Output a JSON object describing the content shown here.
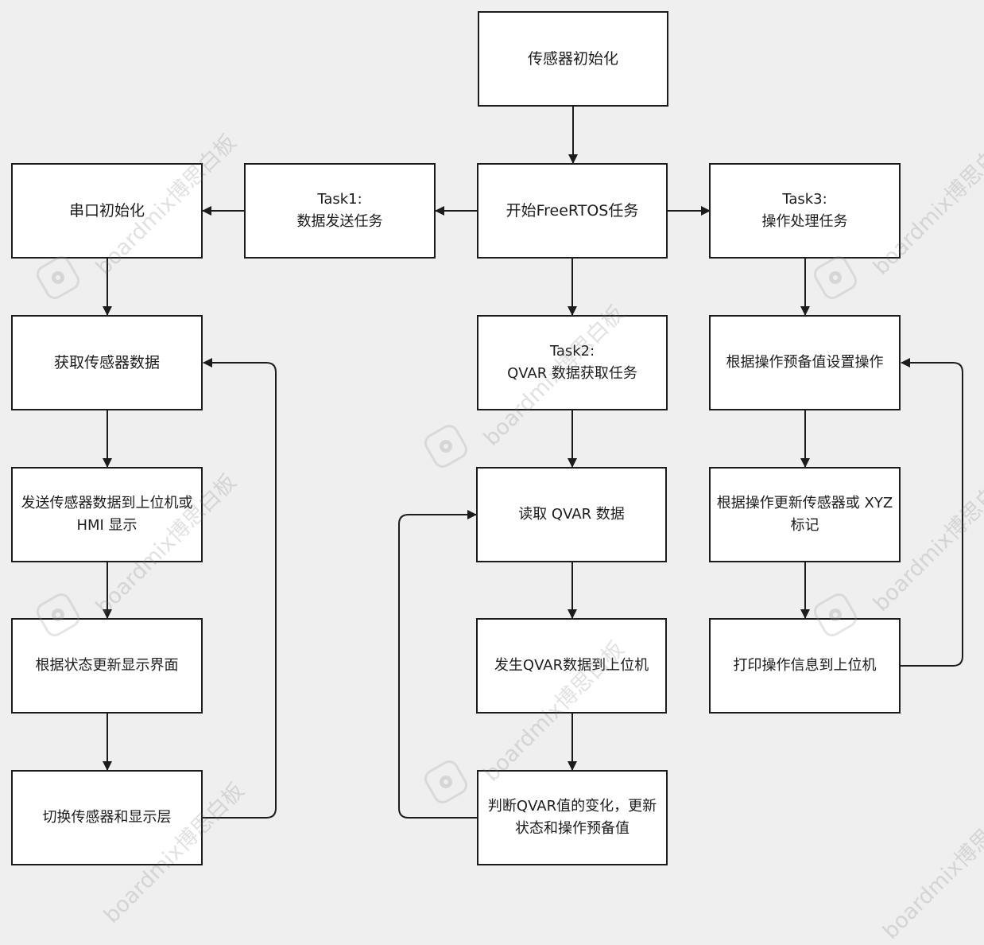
{
  "nodes": {
    "sensor_init": "传感器初始化",
    "start_freertos": "开始FreeRTOS任务",
    "task1": "Task1:\n数据发送任务",
    "task2": "Task2:\nQVAR 数据获取任务",
    "task3": "Task3:\n操作处理任务",
    "uart_init": "串口初始化",
    "get_sensor_data": "获取传感器数据",
    "send_sensor_data": "发送传感器数据到上位机或\nHMI 显示",
    "update_display": "根据状态更新显示界面",
    "switch_layer": "切换传感器和显示层",
    "read_qvar": "读取 QVAR 数据",
    "send_qvar": "发生QVAR数据到上位机",
    "judge_qvar": "判断QVAR值的变化，更新\n状态和操作预备值",
    "set_operation": "根据操作预备值设置操作",
    "update_marker": "根据操作更新传感器或 XYZ\n标记",
    "print_info": "打印操作信息到上位机"
  },
  "watermark": "boardmix博思白板",
  "colors": {
    "background": "#efefef",
    "node_fill": "#ffffff",
    "stroke": "#1c1c1c"
  }
}
